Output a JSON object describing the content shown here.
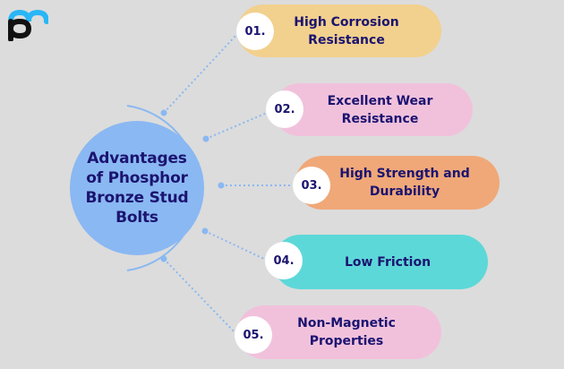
{
  "logo": {
    "name": "pm-logo",
    "colors": {
      "top": "#29b6f6",
      "bottom": "#111111"
    }
  },
  "hub": {
    "title": "Advantages of Phosphor Bronze Stud Bolts",
    "color": "#8ab8f2"
  },
  "items": [
    {
      "number": "01.",
      "label": "High Corrosion Resistance",
      "color": "#f2d08d"
    },
    {
      "number": "02.",
      "label": "Excellent Wear Resistance",
      "color": "#f1c1dc"
    },
    {
      "number": "03.",
      "label": "High Strength and Durability",
      "color": "#f0a878"
    },
    {
      "number": "04.",
      "label": "Low Friction",
      "color": "#5dd8d8"
    },
    {
      "number": "05.",
      "label": "Non-Magnetic Properties",
      "color": "#f1c1dc"
    }
  ],
  "colors": {
    "background": "#dcdcdc",
    "text": "#1b1470",
    "connector": "#8ab8f2"
  }
}
